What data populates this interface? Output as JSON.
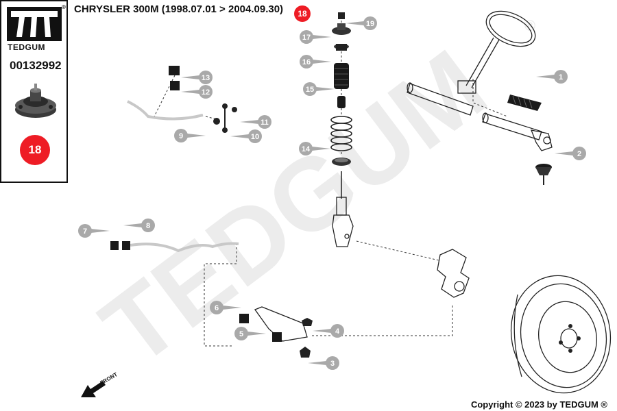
{
  "sidebar": {
    "brand": "TEDGUM",
    "registered_mark": "®",
    "part_number": "00132992",
    "highlighted_position": "18"
  },
  "header": {
    "title": "CHRYSLER 300M (1998.07.01 > 2004.09.30)"
  },
  "diagram": {
    "watermark": "TEDGUM",
    "watermark_mark": "®",
    "front_label": "FRONT",
    "highlighted_callout": "18",
    "callouts": [
      "1",
      "2",
      "3",
      "4",
      "5",
      "6",
      "7",
      "8",
      "9",
      "10",
      "11",
      "12",
      "13",
      "14",
      "15",
      "16",
      "17",
      "19"
    ]
  },
  "footer": {
    "copyright": "Copyright © 2023 by TEDGUM ®"
  },
  "colors": {
    "highlight": "#ee1c25",
    "callout": "#a9a9a9",
    "watermark": "#ececec"
  }
}
